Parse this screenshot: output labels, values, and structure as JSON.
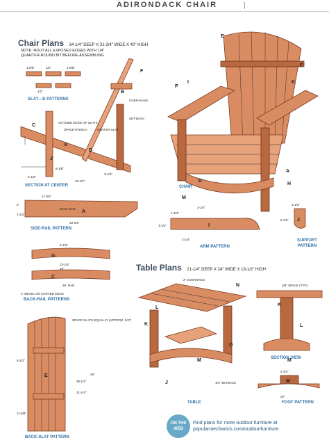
{
  "header": {
    "title": "ADIRONDACK CHAIR"
  },
  "chair_plans": {
    "title": "Chair Plans",
    "size": "34-1/4\" DEEP X 31-3/4\" WIDE X 40\" HIGH",
    "note_line1": "NOTE: ROUT ALL EXPOSED EDGES WITH 1/4\"",
    "note_line2": "QUARTER-ROUND BIT BEFORE ASSEMBLING"
  },
  "table_plans": {
    "title": "Table Plans",
    "size": "21-1/4\" DEEP X 24\" WIDE X 19-1/2\" HIGH"
  },
  "captions": {
    "slat_d": "SLAT—D PATTERNS",
    "section_center": "SECTION AT CENTER",
    "side_rail": "SIDE-RAIL PATTERN",
    "back_rail": "BACK-RAIL PATTERNS",
    "back_slat": "BACK-SLAT PATTERN",
    "chair": "CHAIR",
    "arm": "ARM PATTERN",
    "support_line1": "SUPPORT",
    "support_line2": "PATTERN",
    "section_view": "SECTION VIEW",
    "table": "TABLE",
    "foot": "FOOT PATTERN"
  },
  "letters": [
    "A",
    "B",
    "C",
    "D",
    "E",
    "F",
    "G",
    "H",
    "I",
    "J",
    "K",
    "L",
    "M",
    "N",
    "O",
    "P"
  ],
  "annotations": {
    "space_evenly": "SPACE EVENLY",
    "outside_edge": "OUTSIDE EDGE OF SLATS",
    "center_slat": "CENTER SLAT",
    "overhang": "OVER-HANG",
    "setback": "SET-BACK",
    "back_rail": "BACK RAIL",
    "bevel": "1\" BEVEL ON CURVED EDGE",
    "space_slats": "SPACE SLATS EQUALLY (APPROX. 3/4\")",
    "overhang_table": "2\" OVERHANG",
    "space_typ": "3/8\" SPACE (TYP.)",
    "setback_table": "1/4\" SETBACK"
  },
  "dimensions": {
    "d1": "1-5/8\"",
    "d2": "1/2\"",
    "d3": "1-5/8\"",
    "d4": "1/2\"",
    "d5": "5-1/2\"",
    "d6": "19-1/2\"",
    "d7": "6-1/8\"",
    "d8": "3-1/2\"",
    "d9": "17-3/4\"",
    "d10": "33-3/4\"",
    "d11": "2\"",
    "d12": "2-1/2\"",
    "d13": "3-3/4\"",
    "d14": "23-1/4\"",
    "d15": "20\"",
    "d16": "36\" RAD.",
    "d17": "2-3/4\"",
    "d18": "1-3/4\"",
    "d19": "3\"",
    "d20": "3-1/4\"",
    "d21": "1-1/2\"",
    "d22": "35-1/2\"",
    "d23": "21-1/4\"",
    "d24": "28\"",
    "d25": "3/4\"",
    "d26": "1-5/8\"",
    "d27": "5-1/2\"",
    "d28": "11-5/8\"",
    "d29": "20\"",
    "d30": "2-1/4\"",
    "d31": "3-1/2\"",
    "d32": "6-1/2\""
  },
  "web": {
    "badge": "ON THE WEB",
    "line1": "Find plans for more outdoor furniture at",
    "line2": "popularmechanics.com/outdoorfurniture."
  },
  "colors": {
    "wood": "#d98b62",
    "accent": "#2d6fa8",
    "web": "#6aa8c8"
  }
}
